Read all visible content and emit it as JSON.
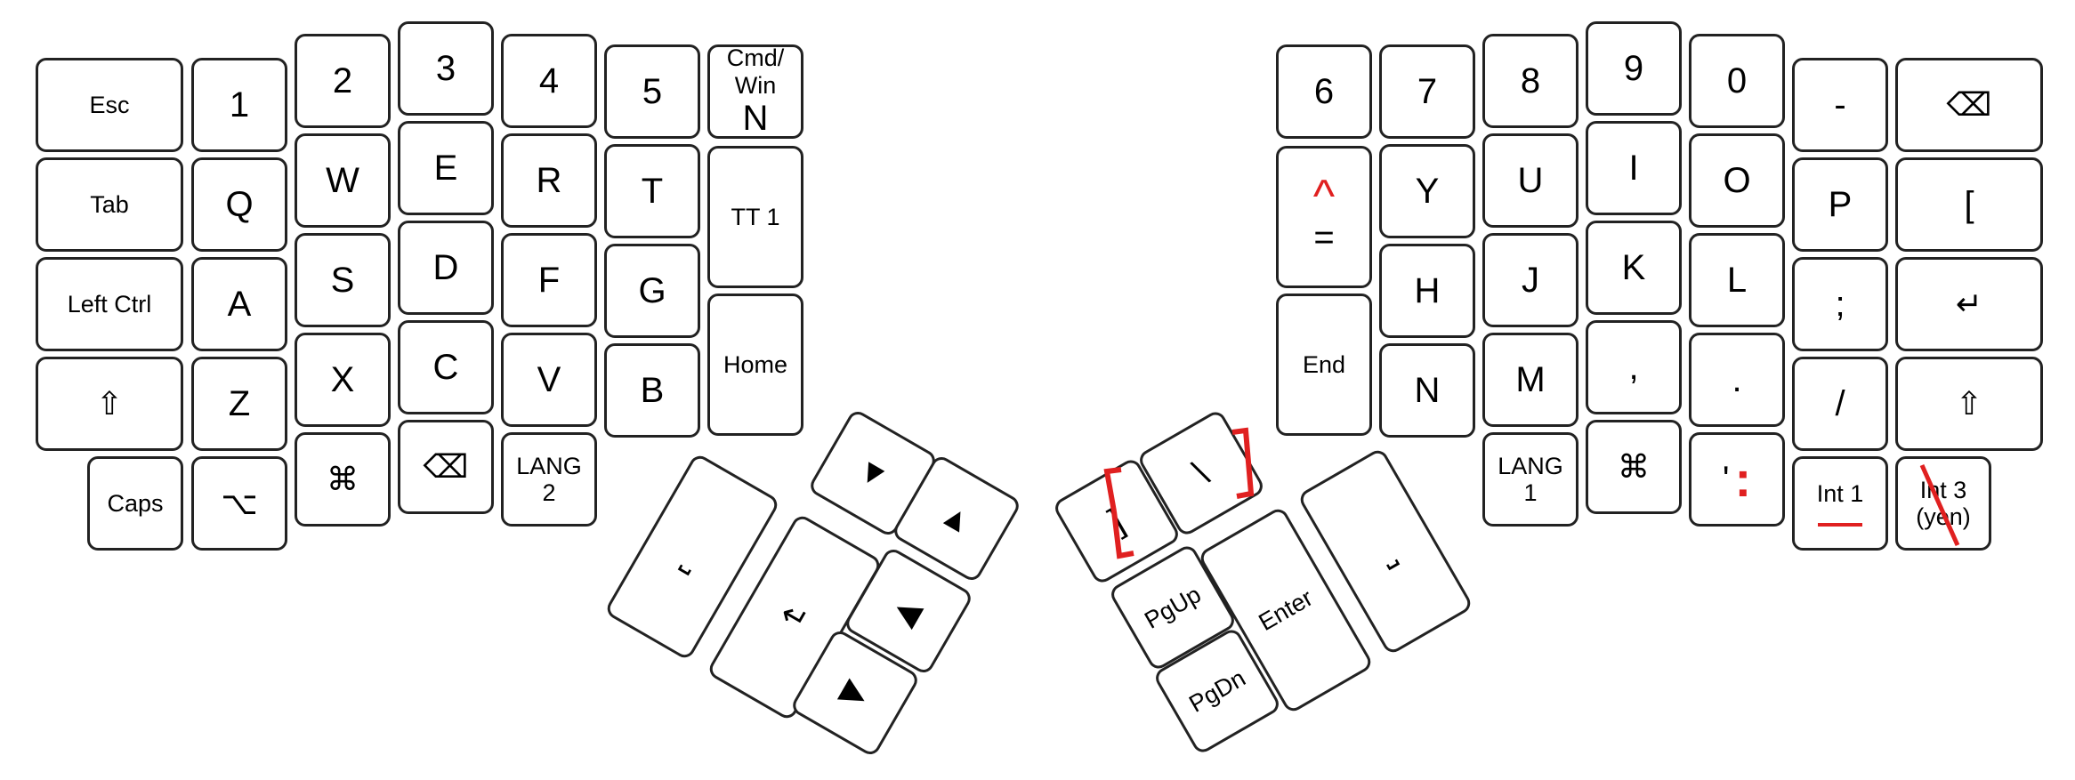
{
  "left": {
    "row1": [
      "Esc",
      "1",
      "2",
      "3",
      "4",
      "5"
    ],
    "cmd_key": {
      "top": "Cmd/",
      "mid": "Win",
      "bottom": "N"
    },
    "row2": [
      "Tab",
      "Q",
      "W",
      "E",
      "R",
      "T"
    ],
    "tt_key": "TT 1",
    "row3": [
      "Left Ctrl",
      "A",
      "S",
      "D",
      "F",
      "G"
    ],
    "home_key": "Home",
    "row4": [
      "⇧",
      "Z",
      "X",
      "C",
      "V",
      "B"
    ],
    "row5": [
      "Caps",
      "⌥",
      "⌘",
      "⌫"
    ],
    "lang2": {
      "line1": "LANG",
      "line2": "2"
    },
    "thumb": {
      "space": "⎵",
      "enter": "↵",
      "up": "▲",
      "down": "▼",
      "left": "◀",
      "right": "▶"
    }
  },
  "right": {
    "row1": [
      "6",
      "7",
      "8",
      "9",
      "0",
      "-",
      "⌫"
    ],
    "caret_key": {
      "red": "^",
      "main": "="
    },
    "row2": [
      "Y",
      "U",
      "I",
      "O",
      "P",
      "["
    ],
    "end_key": "End",
    "row3": [
      "H",
      "J",
      "K",
      "L",
      ";",
      "↵"
    ],
    "row4": [
      "N",
      "M",
      ",",
      ".",
      "/",
      "⇧"
    ],
    "lang1": {
      "line1": "LANG",
      "line2": "1"
    },
    "cmd": "⌘",
    "quote": {
      "main": "'",
      "red": ":"
    },
    "int1": "Int 1",
    "int3": {
      "line1": "Int 3",
      "line2": "(yen)"
    },
    "thumb": {
      "bracket_close": "]",
      "backslash": "\\",
      "pgup": "PgUp",
      "pgdn": "PgDn",
      "enter": "Enter",
      "space": "⎵"
    }
  },
  "colors": {
    "outline": "#222222",
    "accent": "#e02020",
    "key_fill": "#ffffff"
  }
}
